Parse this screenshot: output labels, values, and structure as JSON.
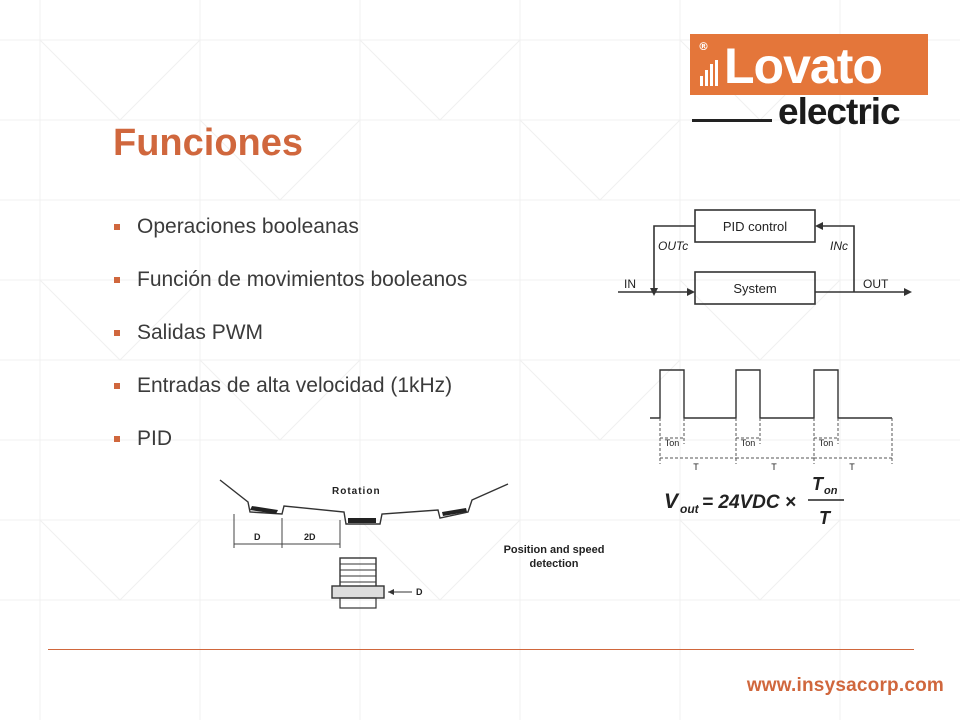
{
  "slide": {
    "title": "Funciones",
    "bullets": [
      "Operaciones booleanas",
      "Función de movimientos booleanos",
      "Salidas PWM",
      "Entradas de alta velocidad (1kHz)",
      "PID"
    ],
    "accent_color": "#d0673d",
    "footer_url": "www.insysacorp.com"
  },
  "logo": {
    "brand": "Lovato",
    "sub": "electric",
    "registered": "®",
    "color": "#e4763a"
  },
  "pid_diagram": {
    "block_top": "PID control",
    "block_bottom": "System",
    "label_outc": "OUTc",
    "label_inc": "INc",
    "label_in": "IN",
    "label_out": "OUT"
  },
  "pwm_diagram": {
    "ton": "Ton",
    "period": "T",
    "formula_lhs": "V",
    "formula_lhs_sub": "out",
    "formula_rhs": "= 24VDC ×",
    "formula_num": "T",
    "formula_num_sub": "on",
    "formula_den": "T"
  },
  "rotation_diagram": {
    "rotation_label": "Rotation",
    "dim_d": "D",
    "dim_2d": "2D",
    "sensor_dim": "D",
    "caption_line1": "Position and speed",
    "caption_line2": "detection"
  }
}
